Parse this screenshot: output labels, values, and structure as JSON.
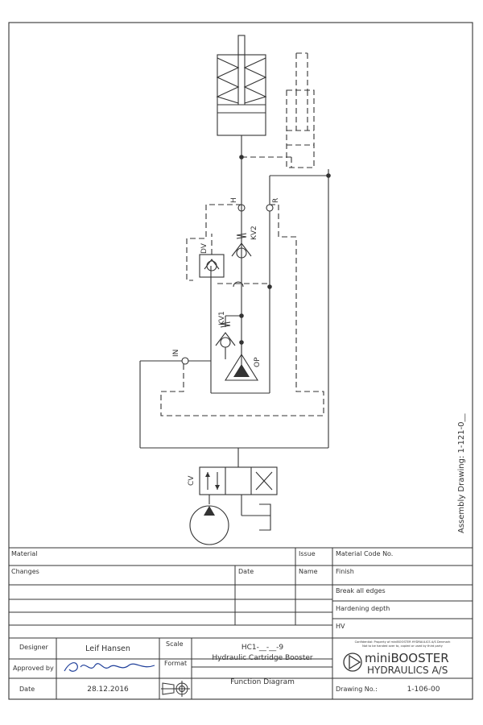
{
  "diagram": {
    "labels": {
      "H": "H",
      "R": "R",
      "KV2": "KV2",
      "DV": "DV",
      "KV1": "KV1",
      "IN": "IN",
      "OP": "OP",
      "CV": "CV"
    },
    "assembly_note": "Assembly Drawing: 1-121-0__"
  },
  "title_block": {
    "material_label": "Material",
    "issue_label": "Issue",
    "material_code_label": "Material Code No.",
    "changes_label": "Changes",
    "date_col_label": "Date",
    "name_col_label": "Name",
    "finish_label": "Finish",
    "break_edges_label": "Break all edges",
    "hardening_label": "Hardening depth",
    "hv_label": "HV",
    "designer_label": "Designer",
    "designer_value": "Leif Hansen",
    "scale_label": "Scale",
    "approved_label": "Approved by",
    "format_label": "Format",
    "date_label": "Date",
    "date_value": "28.12.2016",
    "part_number": "HC1-__-__-9",
    "product_name": "Hydraulic Cartridge Booster",
    "drawing_type": "Function Diagram",
    "confidential_line1": "Confidential: Property of miniBOOSTER HYDRAULICS A/S Denmark",
    "confidential_line2": "Not to be handed over to, copied or used by third party",
    "logo_line1": "miniBOOSTER",
    "logo_line2": "HYDRAULICS A/S",
    "drawing_no_label": "Drawing No.:",
    "drawing_no_value": "1-106-00"
  }
}
